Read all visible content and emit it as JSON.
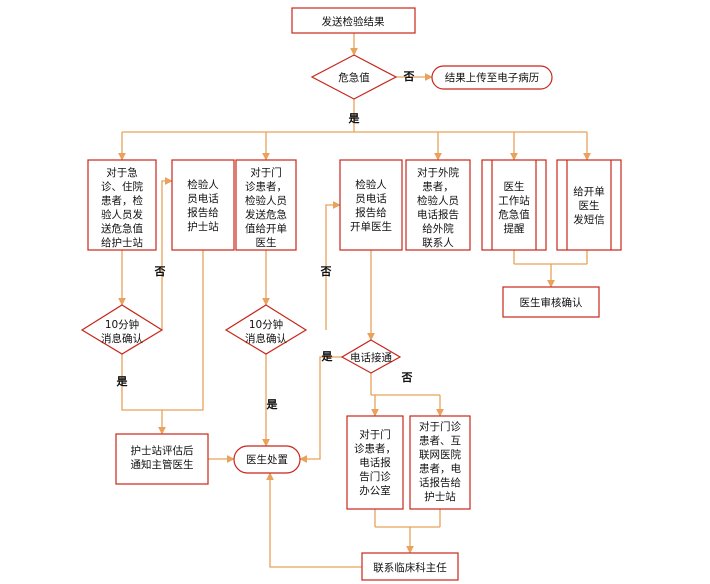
{
  "colors": {
    "border": "#c8261b",
    "line": "#e8a25a",
    "text": "#111111",
    "background": "#ffffff"
  },
  "nodes": {
    "send_results": "发送检验结果",
    "critical_value": "危急值",
    "upload_emr": "结果上传至电子病历",
    "branch_emergency": [
      "对于急",
      "诊、住院",
      "患者，检",
      "验人员发",
      "送危急值",
      "给护士站"
    ],
    "branch_lab_to_nurse": [
      "检验人",
      "员电话",
      "报告给",
      "护士站"
    ],
    "branch_outpatient": [
      "对于门",
      "诊患者，",
      "检验人员",
      "发送危急",
      "值给开单",
      "医生"
    ],
    "branch_lab_to_doctor": [
      "检验人",
      "员电话",
      "报告给",
      "开单医生"
    ],
    "branch_external": [
      "对于外院",
      "患者，",
      "检验人员",
      "电话报告",
      "给外院",
      "联系人"
    ],
    "branch_workstation": [
      "医生",
      "工作站",
      "危急值",
      "提醒"
    ],
    "branch_sms": [
      "给开单",
      "医生",
      "发短信"
    ],
    "doctor_review": "医生审核确认",
    "confirm_10min_left": [
      "10分钟",
      "消息确认"
    ],
    "confirm_10min_mid": [
      "10分钟",
      "消息确认"
    ],
    "phone_connected": "电话接通",
    "nurse_notify": [
      "护士站评估后",
      "通知主管医生"
    ],
    "doctor_handle": "医生处置",
    "report_outpatient_office": [
      "对于门",
      "诊患者，",
      "电话报",
      "告门诊",
      "办公室"
    ],
    "report_internet_hospital": [
      "对于门诊",
      "患者、互",
      "联网医院",
      "患者，电",
      "话报告给",
      "护士站"
    ],
    "contact_director": "联系临床科主任"
  },
  "edge_labels": {
    "no": "否",
    "yes": "是"
  }
}
